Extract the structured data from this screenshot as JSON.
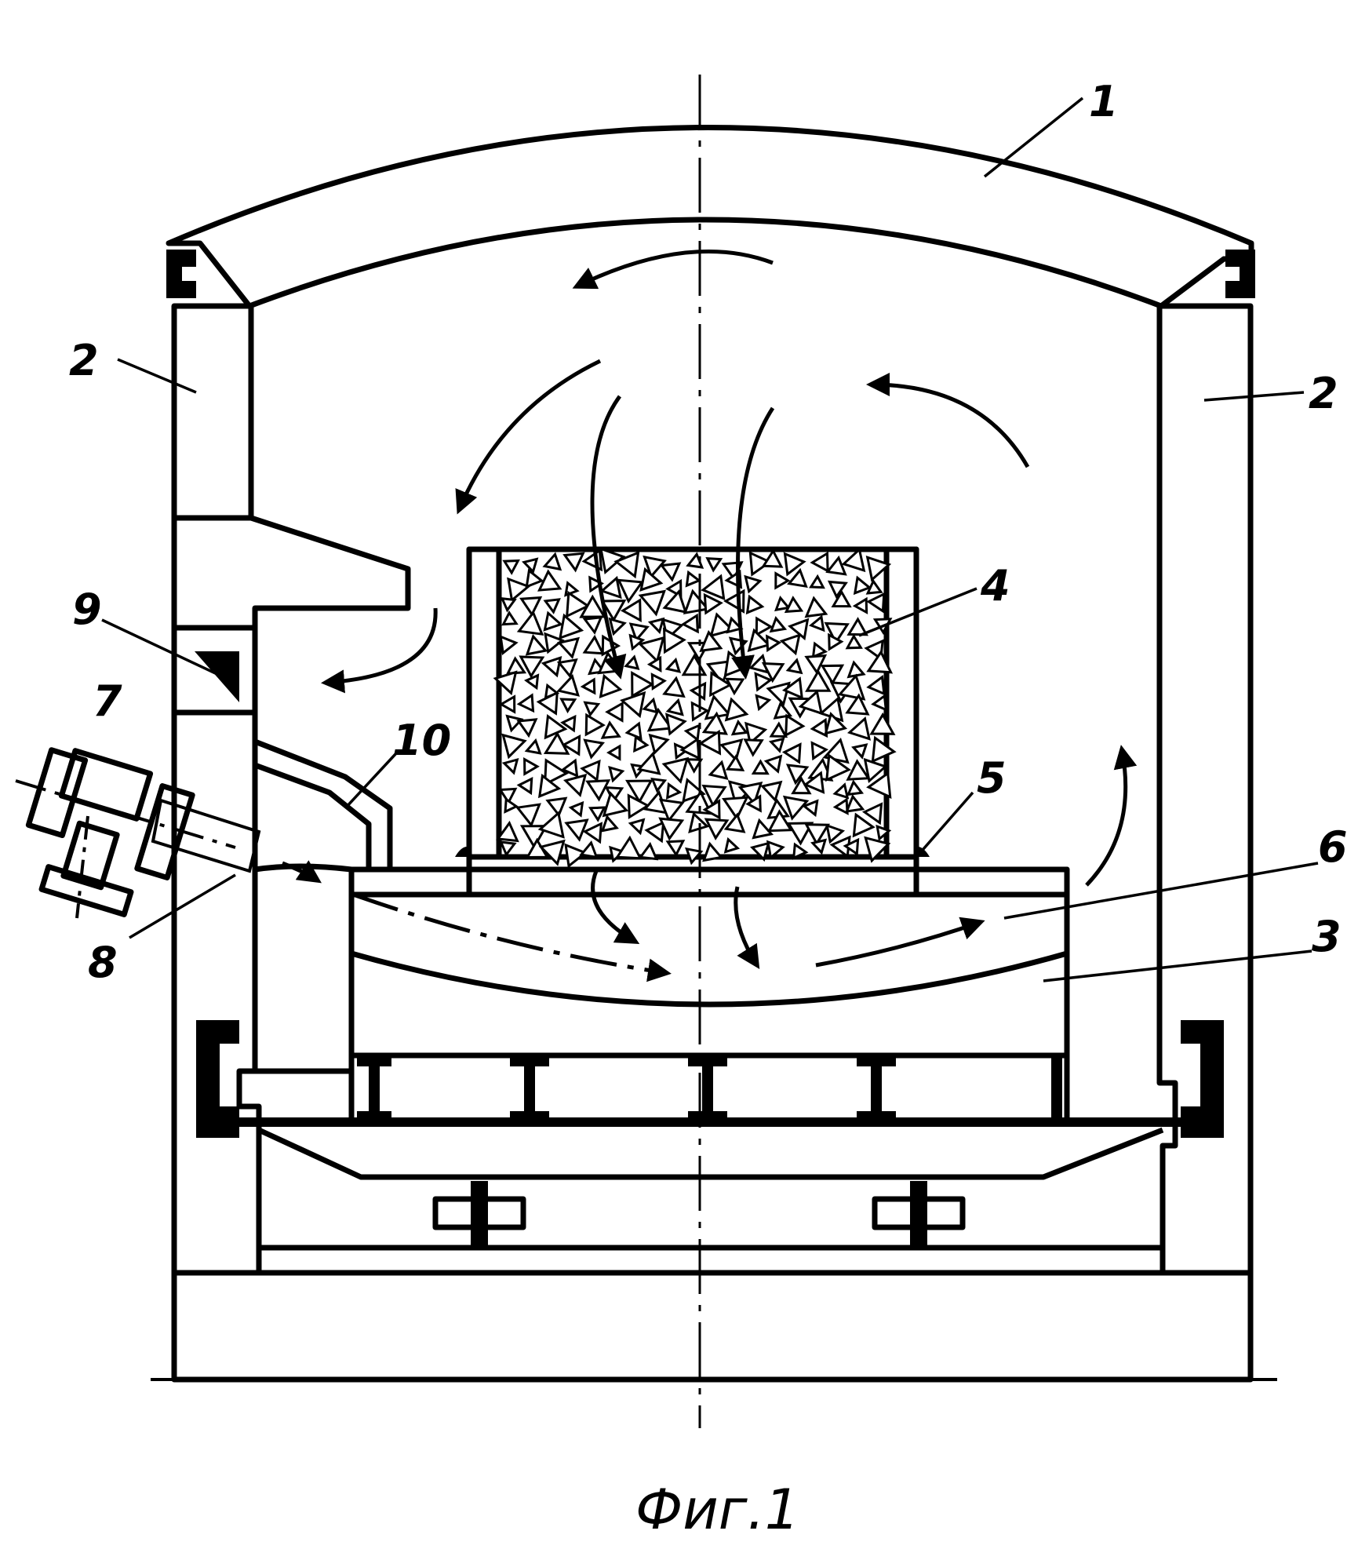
{
  "caption": "Фиг.1",
  "labels": {
    "l1": "1",
    "l2_left": "2",
    "l2_right": "2",
    "l3": "3",
    "l4": "4",
    "l5": "5",
    "l6": "6",
    "l7": "7",
    "l8": "8",
    "l9": "9",
    "l10": "10"
  }
}
